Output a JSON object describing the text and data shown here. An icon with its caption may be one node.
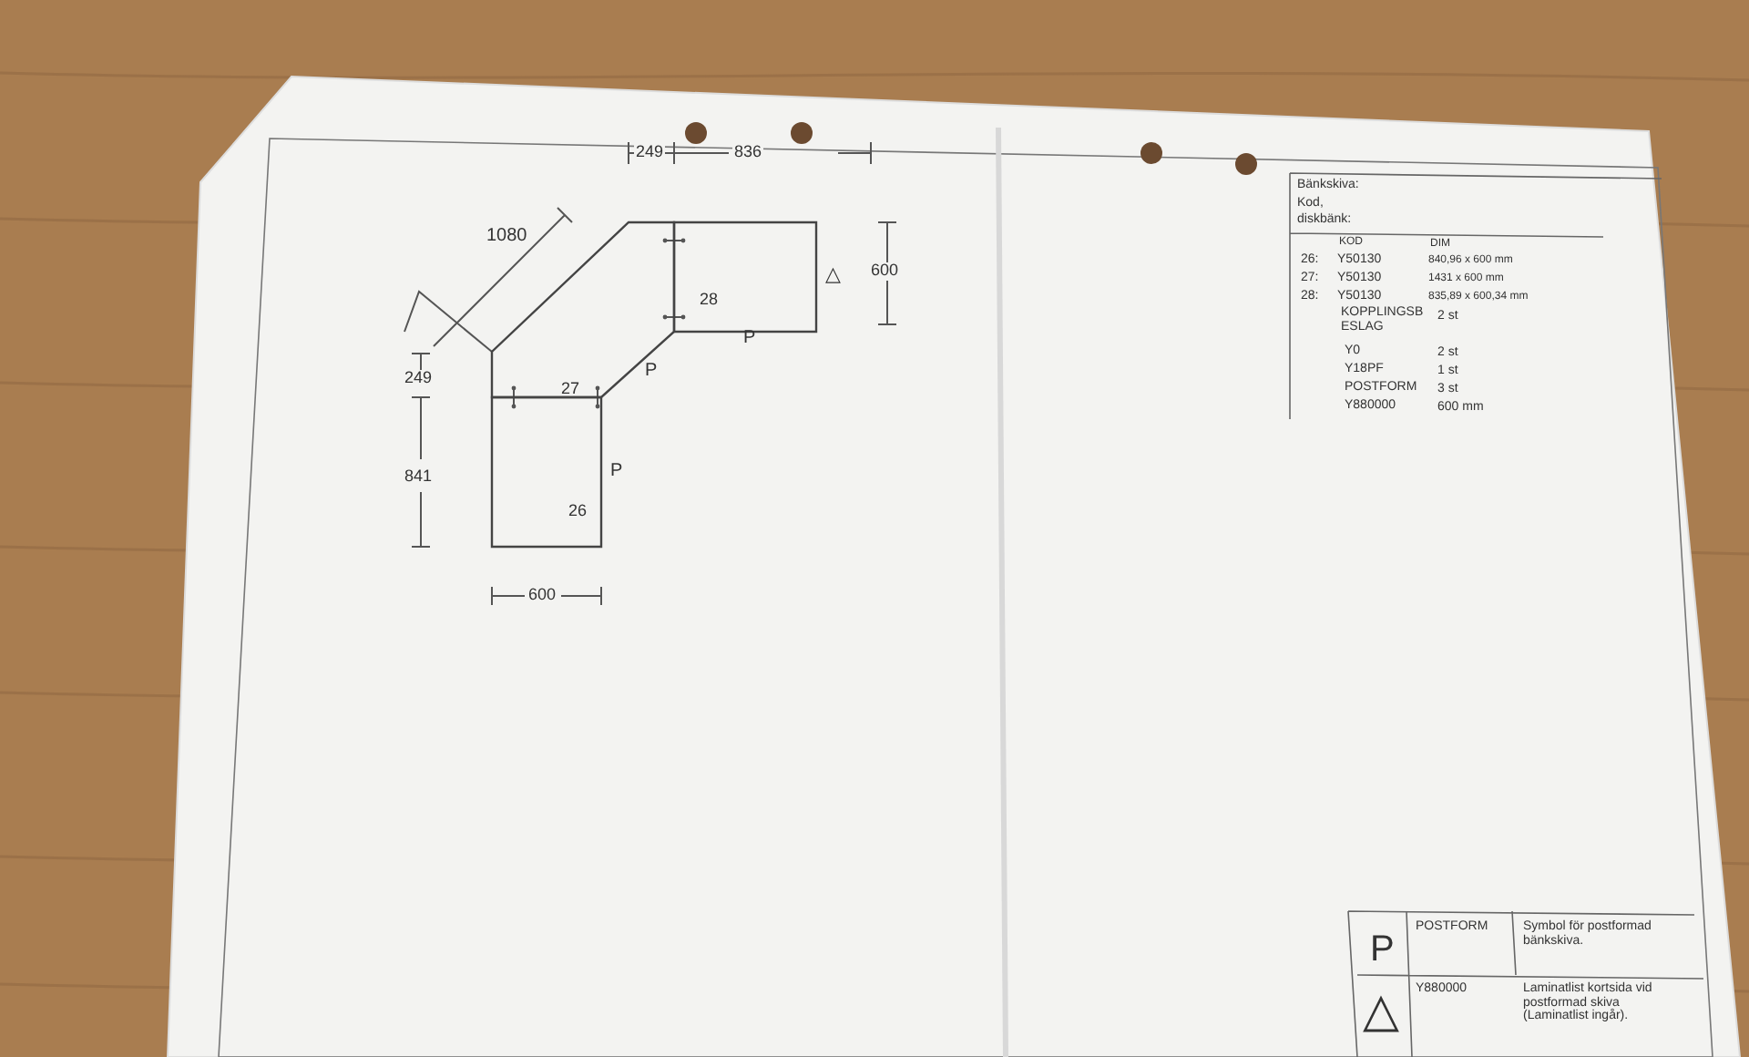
{
  "diagram": {
    "nodes": [
      {
        "text": [
          "26"
        ],
        "beside": [
          "P"
        ]
      },
      {
        "text": [
          "27"
        ],
        "beside": [
          "P"
        ]
      },
      {
        "text": [
          "28"
        ],
        "beside": [
          "△",
          "P"
        ]
      }
    ],
    "labels": [
      "249",
      "836",
      "1080",
      "600",
      "249",
      "841",
      "600",
      "Bänkskiva:",
      "Kod,",
      "diskbänk:",
      "KOD",
      "DIM",
      "26:",
      "Y50130",
      "840,96 x 600 mm",
      "27:",
      "Y50130",
      "1431 x 600 mm",
      "28:",
      "Y50130",
      "835,89 x 600,34 mm",
      "KOPPLINGSB ESLAG",
      "2 st",
      "Y0",
      "2 st",
      "Y18PF",
      "1 st",
      "POSTFORM",
      "3 st",
      "Y880000",
      "600 mm",
      "P",
      "POSTFORM",
      "Symbol för postformad bänkskiva.",
      "△",
      "Y880000",
      "Laminatlist kortsida vid postformad skiva (Laminatlist ingår)."
    ]
  }
}
